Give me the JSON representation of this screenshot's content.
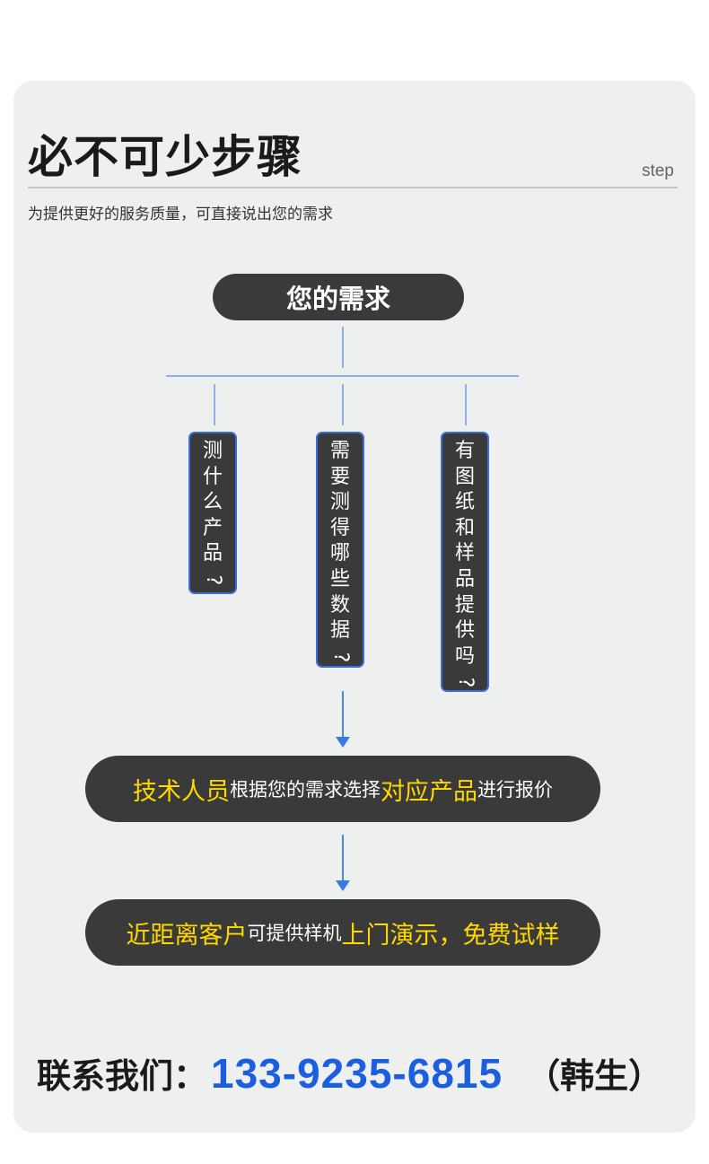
{
  "header": {
    "title": "必不可少步骤",
    "tag": "step",
    "subtitle": "为提供更好的服务质量，可直接说出您的需求"
  },
  "flow": {
    "top": "您的需求",
    "boxes": [
      {
        "chars": [
          "测",
          "什",
          "么",
          "产",
          "品"
        ],
        "q": "?"
      },
      {
        "chars": [
          "需",
          "要",
          "测",
          "得",
          "哪",
          "些",
          "数",
          "据"
        ],
        "q": "?"
      },
      {
        "chars": [
          "有",
          "图",
          "纸",
          "和",
          "样",
          "品",
          "提",
          "供",
          "吗"
        ],
        "q": "?"
      }
    ],
    "step1": {
      "hl1": "技术人员",
      "mid": "根据您的需求选择",
      "hl2": "对应产品",
      "end": "进行报价"
    },
    "step2": {
      "hl1": "近距离客户",
      "mid": "可提供样机",
      "hl2": "上门演示，免费试样"
    }
  },
  "contact": {
    "label": "联系我们：",
    "phone": "133-9235-6815",
    "name": "（韩生）"
  },
  "colors": {
    "card_bg": "#eeefef",
    "pill_bg": "#3a3a3a",
    "highlight": "#ffd800",
    "phone": "#1b5fe0",
    "connector": "#8db0e6",
    "box_border": "#3b6ed8"
  }
}
